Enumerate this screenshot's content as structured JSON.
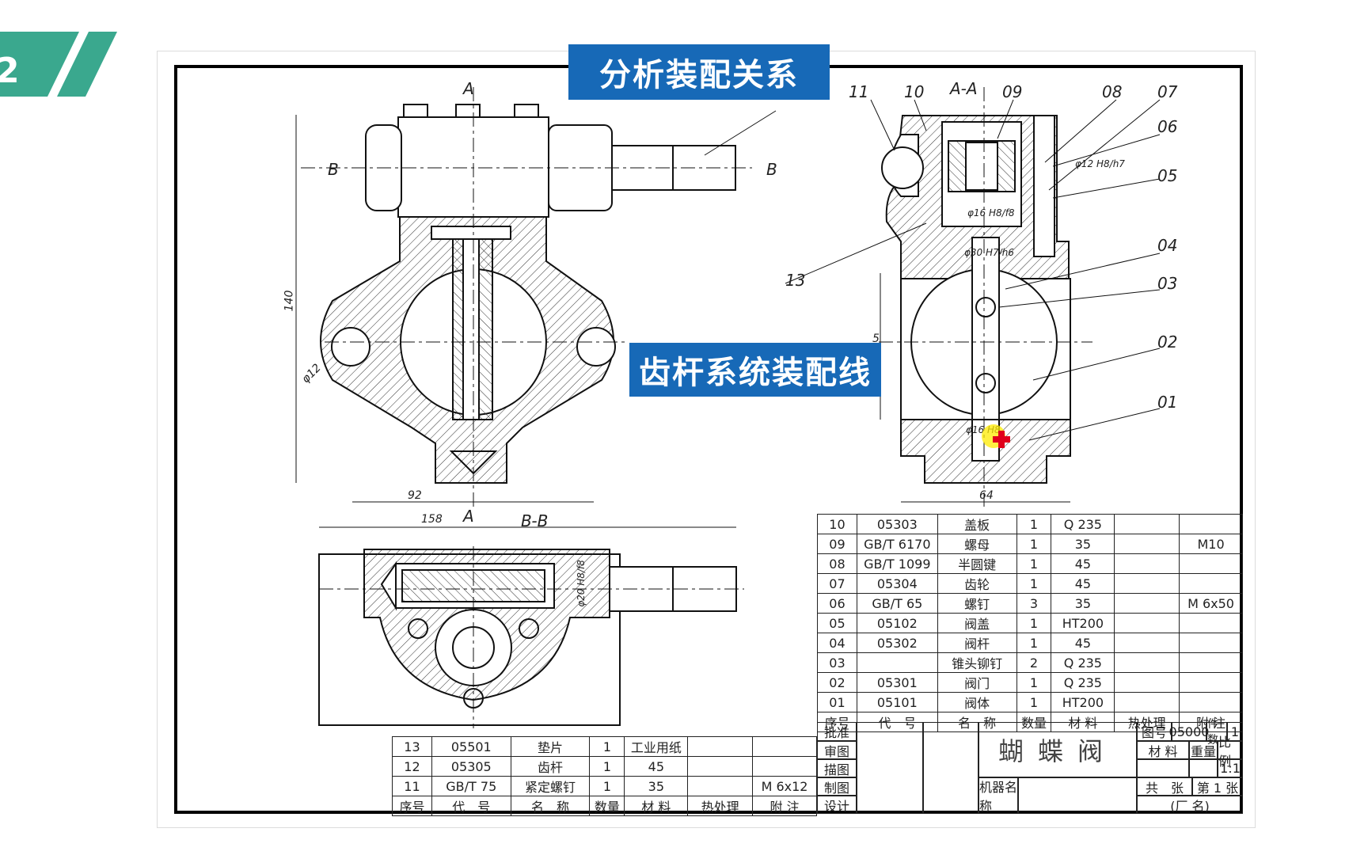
{
  "badge": {
    "text": "2",
    "color": "#3aa88e"
  },
  "banners": {
    "top": "分析装配关系",
    "middle": "齿杆系统装配线",
    "color": "#1769b7"
  },
  "labels": {
    "section_a_top": "A",
    "section_a_bottom": "A",
    "section_b_left": "B",
    "section_b_right": "B",
    "view_aa": "A-A",
    "view_bb": "B-B",
    "dim_140": "140",
    "dim_92": "92",
    "dim_phi12": "φ12",
    "dim_158": "158",
    "dim_64": "64",
    "dim_5": "5",
    "fit_phi16_top": "φ16 H8/f8",
    "fit_phi30": "φ30 H7/h6",
    "fit_phi12": "φ12 H8/h7",
    "fit_phi20": "φ20 H8/f8",
    "fit_phi16_bottom": "φ16 H8",
    "callouts": [
      "11",
      "10",
      "09",
      "08",
      "07",
      "06",
      "05",
      "04",
      "03",
      "02",
      "01",
      "13"
    ]
  },
  "bom_right": {
    "rows": [
      [
        "10",
        "05303",
        "盖板",
        "1",
        "Q 235",
        "",
        ""
      ],
      [
        "09",
        "GB/T 6170",
        "螺母",
        "1",
        "35",
        "",
        "M10"
      ],
      [
        "08",
        "GB/T 1099",
        "半圆键",
        "1",
        "45",
        "",
        ""
      ],
      [
        "07",
        "05304",
        "齿轮",
        "1",
        "45",
        "",
        ""
      ],
      [
        "06",
        "GB/T 65",
        "螺钉",
        "3",
        "35",
        "",
        "M 6x50"
      ],
      [
        "05",
        "05102",
        "阀盖",
        "1",
        "HT200",
        "",
        ""
      ],
      [
        "04",
        "05302",
        "阀杆",
        "1",
        "45",
        "",
        ""
      ],
      [
        "03",
        "",
        "锥头铆钉",
        "2",
        "Q 235",
        "",
        ""
      ],
      [
        "02",
        "05301",
        "阀门",
        "1",
        "Q 235",
        "",
        ""
      ],
      [
        "01",
        "05101",
        "阀体",
        "1",
        "HT200",
        "",
        ""
      ]
    ],
    "header": [
      "序号",
      "代　号",
      "名　称",
      "数量",
      "材 料",
      "热处理",
      "附 注"
    ]
  },
  "bom_left": {
    "rows": [
      [
        "13",
        "05501",
        "垫片",
        "1",
        "工业用纸",
        "",
        ""
      ],
      [
        "12",
        "05305",
        "齿杆",
        "1",
        "45",
        "",
        ""
      ],
      [
        "11",
        "GB/T 75",
        "紧定螺钉",
        "1",
        "35",
        "",
        "M 6x12"
      ]
    ],
    "header": [
      "序号",
      "代　号",
      "名　称",
      "数量",
      "材 料",
      "热处理",
      "附 注"
    ]
  },
  "title_block": {
    "approve": "批准",
    "review": "审图",
    "trace": "描图",
    "draw": "制图",
    "design": "设计",
    "name": "蝴蝶阀",
    "drawing_no_label": "图号",
    "drawing_no": "05000",
    "pieces_label": "件数",
    "pieces": "1",
    "material_label": "材 料",
    "weight_label": "重量",
    "scale_label": "比例",
    "scale": "1:1",
    "sheets_total": "共　张",
    "sheet_index": "第 1 张",
    "machine_label": "机器名称",
    "factory": "(厂 名)"
  }
}
